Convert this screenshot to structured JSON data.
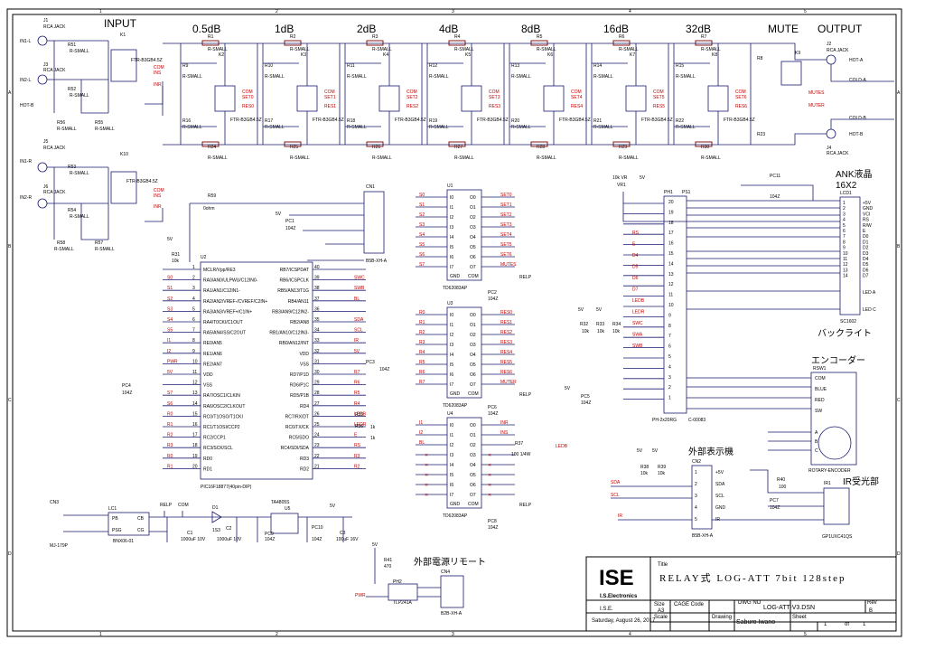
{
  "border": {
    "cols": [
      "1",
      "2",
      "3",
      "4",
      "5"
    ],
    "rows": [
      "A",
      "B",
      "C",
      "D"
    ]
  },
  "headers": {
    "input": "INPUT",
    "steps": [
      "0.5dB",
      "1dB",
      "2dB",
      "4dB",
      "8dB",
      "16dB",
      "32dB"
    ],
    "mute": "MUTE",
    "output": "OUTPUT"
  },
  "inputs": {
    "j1": "J1",
    "j1_type": "RCA JACK",
    "j1_net": "IN1-L",
    "j3": "J3",
    "j3_type": "RCA JACK",
    "j3_net": "IN2-L",
    "hot_b": "HOT-B",
    "j5": "J5",
    "j5_type": "RCA JACK",
    "j5_net": "IN1-R",
    "j6": "J6",
    "j6_type": "RCA JACK",
    "j6_net": "IN2-R",
    "r51": "R51",
    "r52": "R52",
    "r53": "R53",
    "r54": "R54",
    "r55": "R55",
    "r56": "R56",
    "r57": "R57",
    "r58": "R58",
    "rsmall": "R-SMALL",
    "k1": "K1",
    "k10": "K10",
    "relay": "FTR-B3GB4.5Z",
    "com": "COM",
    "ins": "INS",
    "inr": "INR"
  },
  "outputs": {
    "j2": "J2",
    "j2_type": "RCA JACK",
    "hot_a": "HOT-A",
    "cold_a": "COLD-A",
    "cold_b": "COLD-B",
    "hot_b": "HOT-B",
    "j4": "J4",
    "j4_type": "RCA JACK",
    "mutes": "MUTES",
    "muter": "MUTER",
    "k9": "K9",
    "r8": "R8",
    "r23": "R23"
  },
  "ladder": [
    {
      "top": "R1",
      "k": "K2",
      "mid": "R9",
      "set": "SET0",
      "res": "RES0",
      "bot": "R16",
      "low": "R24"
    },
    {
      "top": "R2",
      "k": "K3",
      "mid": "R10",
      "set": "SET1",
      "res": "RES1",
      "bot": "R17",
      "low": "R25"
    },
    {
      "top": "R3",
      "k": "K4",
      "mid": "R11",
      "set": "SET2",
      "res": "RES2",
      "bot": "R18",
      "low": "R26"
    },
    {
      "top": "R4",
      "k": "K5",
      "mid": "R12",
      "set": "SET3",
      "res": "RES3",
      "bot": "R19",
      "low": "R27"
    },
    {
      "top": "R5",
      "k": "K6",
      "mid": "R13",
      "set": "SET4",
      "res": "RES4",
      "bot": "R20",
      "low": "R28"
    },
    {
      "top": "R6",
      "k": "K7",
      "mid": "R14",
      "set": "SET5",
      "res": "RES5",
      "bot": "R21",
      "low": "R29"
    },
    {
      "top": "R7",
      "k": "K8",
      "mid": "R15",
      "set": "SET6",
      "res": "RES6",
      "bot": "R22",
      "low": "R30"
    }
  ],
  "cn1": {
    "ref": "CN1",
    "part": "B5B-XH-A",
    "r59": "R59",
    "r59v": "0ohm",
    "v5": "5V",
    "pc1": "PC1",
    "pc1v": "104Z"
  },
  "mcu": {
    "ref": "U2",
    "part": "PIC16F18877(40pin-DIP)",
    "left": [
      {
        "n": "1",
        "p": "MCLR/Vpp/RE3",
        "net": ""
      },
      {
        "n": "2",
        "p": "RA0/AN0/ULPWU/C12IN0-",
        "net": "S0"
      },
      {
        "n": "3",
        "p": "RA1/AN1/C12IN1-",
        "net": "S1"
      },
      {
        "n": "4",
        "p": "RA2/AN2/VREF-/CVREF/C2IN+",
        "net": "S2"
      },
      {
        "n": "5",
        "p": "RA3/AN3/VREF+/C1IN+",
        "net": "S3"
      },
      {
        "n": "6",
        "p": "RA4/T0CKI/C1OUT",
        "net": "S4"
      },
      {
        "n": "7",
        "p": "RA5/AN4/SS/C2OUT",
        "net": "S5"
      },
      {
        "n": "8",
        "p": "RE0/AN5",
        "net": "I1"
      },
      {
        "n": "9",
        "p": "RE1/AN6",
        "net": "I2"
      },
      {
        "n": "10",
        "p": "RE2/AN7",
        "net": "PWR"
      },
      {
        "n": "11",
        "p": "VDD",
        "net": "5V"
      },
      {
        "n": "12",
        "p": "VSS",
        "net": ""
      },
      {
        "n": "13",
        "p": "RA7/OSC1/CLKIN",
        "net": "S7"
      },
      {
        "n": "14",
        "p": "RA6/OSC2/CLKOUT",
        "net": "S6"
      },
      {
        "n": "15",
        "p": "RC0/T1OSO/T1CKI",
        "net": "R0"
      },
      {
        "n": "16",
        "p": "RC1/T1OSI/CCP2",
        "net": "R1"
      },
      {
        "n": "17",
        "p": "RC2/CCP1",
        "net": "R2"
      },
      {
        "n": "18",
        "p": "RC3/SCK/SCL",
        "net": "R3"
      },
      {
        "n": "19",
        "p": "RD0",
        "net": "R0"
      },
      {
        "n": "20",
        "p": "RD1",
        "net": "R1"
      }
    ],
    "right": [
      {
        "n": "40",
        "p": "RB7/ICSPDAT",
        "net": ""
      },
      {
        "n": "39",
        "p": "RB6/ICSPCLK",
        "net": "SWC"
      },
      {
        "n": "38",
        "p": "RB5/AN13/T1G",
        "net": "SWB"
      },
      {
        "n": "37",
        "p": "RB4/AN11",
        "net": "BL"
      },
      {
        "n": "36",
        "p": "RB3/AN9/C12IN2-",
        "net": ""
      },
      {
        "n": "35",
        "p": "RB2/AN8",
        "net": "SDA"
      },
      {
        "n": "34",
        "p": "RB1/AN10/C12IN3-",
        "net": "SCL"
      },
      {
        "n": "33",
        "p": "RB0/AN12/INT",
        "net": "IR"
      },
      {
        "n": "32",
        "p": "VDD",
        "net": "5V"
      },
      {
        "n": "31",
        "p": "VSS",
        "net": ""
      },
      {
        "n": "30",
        "p": "RD7/P1D",
        "net": "R7"
      },
      {
        "n": "29",
        "p": "RD6/P1C",
        "net": "R6"
      },
      {
        "n": "28",
        "p": "RD5/P1B",
        "net": "R5"
      },
      {
        "n": "27",
        "p": "RD4",
        "net": "R4"
      },
      {
        "n": "26",
        "p": "RC7/RX/DT",
        "net": "LEDB"
      },
      {
        "n": "25",
        "p": "RC6/TX/CK",
        "net": "LEDR"
      },
      {
        "n": "24",
        "p": "RC5/SDO",
        "net": "E"
      },
      {
        "n": "23",
        "p": "RC4/SDI/SDA",
        "net": "RS"
      },
      {
        "n": "22",
        "p": "RD3",
        "net": "R3"
      },
      {
        "n": "21",
        "p": "RD2",
        "net": "R2"
      }
    ],
    "r35": "R35",
    "r36": "R36",
    "rk": "1k",
    "pc3": "PC3",
    "pc4": "PC4",
    "cap": "104Z",
    "r31": "R31",
    "r31v": "10k",
    "v5": "5V"
  },
  "u1": {
    "ref": "U1",
    "part": "TD62083AP",
    "ins": [
      "S0",
      "S1",
      "S2",
      "S3",
      "S4",
      "S5",
      "S6",
      "S7"
    ],
    "outs": [
      "SET0",
      "SET1",
      "SET2",
      "SET3",
      "SET4",
      "SET5",
      "SET6",
      "MUTES"
    ],
    "gnd": "GND",
    "com": "COM",
    "relp": "RELP",
    "pc2": "PC2",
    "cap": "104Z"
  },
  "u3": {
    "ref": "U3",
    "part": "TD62083AP",
    "ins": [
      "R0",
      "R1",
      "R2",
      "R3",
      "R4",
      "R5",
      "R6",
      "R7"
    ],
    "outs": [
      "RES0",
      "RES1",
      "RES2",
      "RES3",
      "RES4",
      "RES5",
      "RES6",
      "MUTER"
    ],
    "gnd": "GND",
    "com": "COM",
    "relp": "RELP",
    "pc6": "PC6",
    "cap": "104Z"
  },
  "u4": {
    "ref": "U4",
    "part": "TD62083AP",
    "ins": [
      "I1",
      "I2",
      "BL"
    ],
    "outs": [
      "INR",
      "INS"
    ],
    "r37": "R37",
    "r37v": "100 1/4W",
    "ledb": "LEDB",
    "gnd": "GND",
    "com": "COM",
    "relp": "RELP",
    "pc8": "PC8",
    "cap": "104Z"
  },
  "power": {
    "cn3": "CN3",
    "cn3p": "MJ-179P",
    "lc1": "LC1",
    "lc1p": "BNX06-01",
    "relp": "RELP",
    "com": "COM",
    "d1": "D1",
    "d1p": "1S3",
    "u5": "U5",
    "u5p": "TA4805S",
    "v5": "5V",
    "c1": "C1",
    "c1v": "1000uF 10V",
    "c2": "C2",
    "c2v": "1000uF 10V",
    "pc9": "PC9",
    "pc9v": "104Z",
    "pc10": "PC10",
    "pc10v": "104Z",
    "c3": "C3",
    "c3v": "100uF 16V",
    "pins": [
      "PSG",
      "PB",
      "CG",
      "CB"
    ]
  },
  "remote": {
    "title": "外部電源リモート",
    "v5": "5V",
    "r41": "R41",
    "r41v": "470",
    "ph2": "PH2",
    "ph2p": "TLP241A",
    "cn4": "CN4",
    "cn4p": "B2B-XH-A",
    "pwr": "PWR"
  },
  "lcd": {
    "title": "ANK液晶",
    "title2": "16X2",
    "ref": "LCD1",
    "part": "SC1602",
    "pins": [
      "+5V",
      "GND",
      "VCI",
      "RS",
      "R/W",
      "E",
      "D0",
      "D1",
      "D2",
      "D3",
      "D4",
      "D5",
      "D6",
      "D7"
    ],
    "led": [
      "LED A",
      "LED C"
    ],
    "backlight": "バックライト",
    "pc11": "PC11",
    "pc11v": "104Z",
    "vr1": "VR1",
    "vr1v": "10k VR",
    "v5": "5V"
  },
  "ph1": {
    "ph1": "PH1",
    "ps1": "PS1",
    "part": "PH-2x20RG",
    "part2": "C-00083",
    "nets": [
      "RS",
      "E",
      "D4",
      "D5",
      "D6",
      "D7",
      "LEDB",
      "LEDR",
      "SWC",
      "SWA",
      "SWB"
    ],
    "r32": "R32",
    "r33": "R33",
    "r34": "R34",
    "rk": "10k",
    "v5": "5V",
    "pc5": "PC5",
    "pc5v": "104Z"
  },
  "encoder": {
    "title": "エンコーダー",
    "ref": "RSW1",
    "part": "ROTARY-ENCODER",
    "pins": [
      "COM",
      "BLUE",
      "RED",
      "SW",
      "A",
      "B",
      "C"
    ]
  },
  "ext": {
    "title": "外部表示機",
    "ref": "CN2",
    "part": "B5B-XH-A",
    "pins": [
      "+5V",
      "SDA",
      "SCL",
      "GND",
      "IR"
    ],
    "nets": [
      "SDA",
      "SCL",
      "IR"
    ],
    "r38": "R38",
    "r39": "R39",
    "rk": "10k",
    "v5": "5V"
  },
  "ir": {
    "title": "IR受光部",
    "ref": "IR1",
    "part": "GP1UXC41QS",
    "r40": "R40",
    "r40v": "100",
    "pc7": "PC7",
    "pc7v": "104Z"
  },
  "titleblock": {
    "title_label": "Title",
    "title": "RELAY式 LOG-ATT 7bit 128step",
    "logo": "ISE",
    "company": "I.S.Electronics",
    "org": "I.S.E.",
    "size_label": "Size",
    "size": "A3",
    "cage_label": "CAGE Code",
    "dwg_label": "DWG NO",
    "dwg": "LOG-ATT-V3.DSN",
    "rev_label": "Rev",
    "rev": "B",
    "date": "Saturday, August 26, 2017",
    "scale_label": "Scale",
    "drawing_label": "Drawing",
    "drawing": "Saburo Iwano",
    "sheet_label": "Sheet",
    "sheet": "1",
    "of": "of",
    "total": "1"
  }
}
